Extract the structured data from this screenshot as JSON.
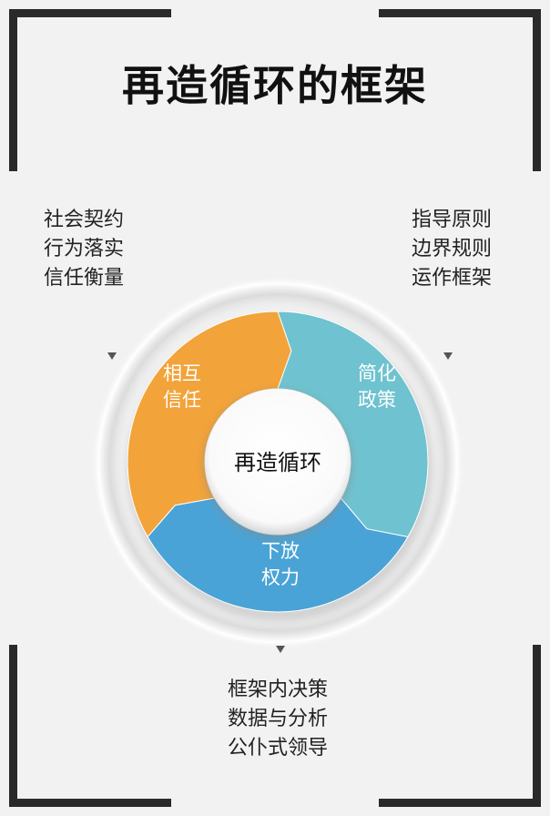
{
  "title": "再造循环的框架",
  "center": "再造循环",
  "segments": [
    {
      "line1": "相互",
      "line2": "信任",
      "color": "#f2a33a"
    },
    {
      "line1": "简化",
      "line2": "政策",
      "color": "#6fc2cf"
    },
    {
      "line1": "下放",
      "line2": "权力",
      "color": "#4aa3d6"
    }
  ],
  "notes": {
    "top_left": [
      "社会契约",
      "行为落实",
      "信任衡量"
    ],
    "top_right": [
      "指导原则",
      "边界规则",
      "运作框架"
    ],
    "bottom": [
      "框架内决策",
      "数据与分析",
      "公仆式领导"
    ]
  }
}
